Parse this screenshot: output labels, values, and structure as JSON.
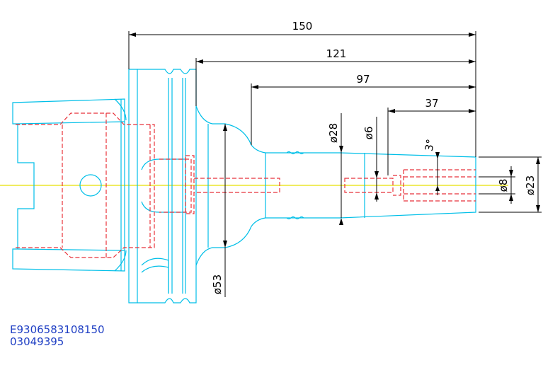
{
  "dimensions": {
    "overall_length": "150",
    "length_121": "121",
    "length_97": "97",
    "length_37": "37",
    "dia_28": "ø28",
    "dia_6": "ø6",
    "angle_3": "3°",
    "dia_8": "ø8",
    "dia_23": "ø23",
    "dia_53": "ø53"
  },
  "codes": {
    "part_code": "E9306583108150",
    "order_code": "03049395"
  },
  "colors": {
    "outline": "#00bfe8",
    "hidden_lines": "#e8323a",
    "centerline": "#e8e000",
    "dimension": "#000000",
    "code_text": "#1f3fc4"
  }
}
